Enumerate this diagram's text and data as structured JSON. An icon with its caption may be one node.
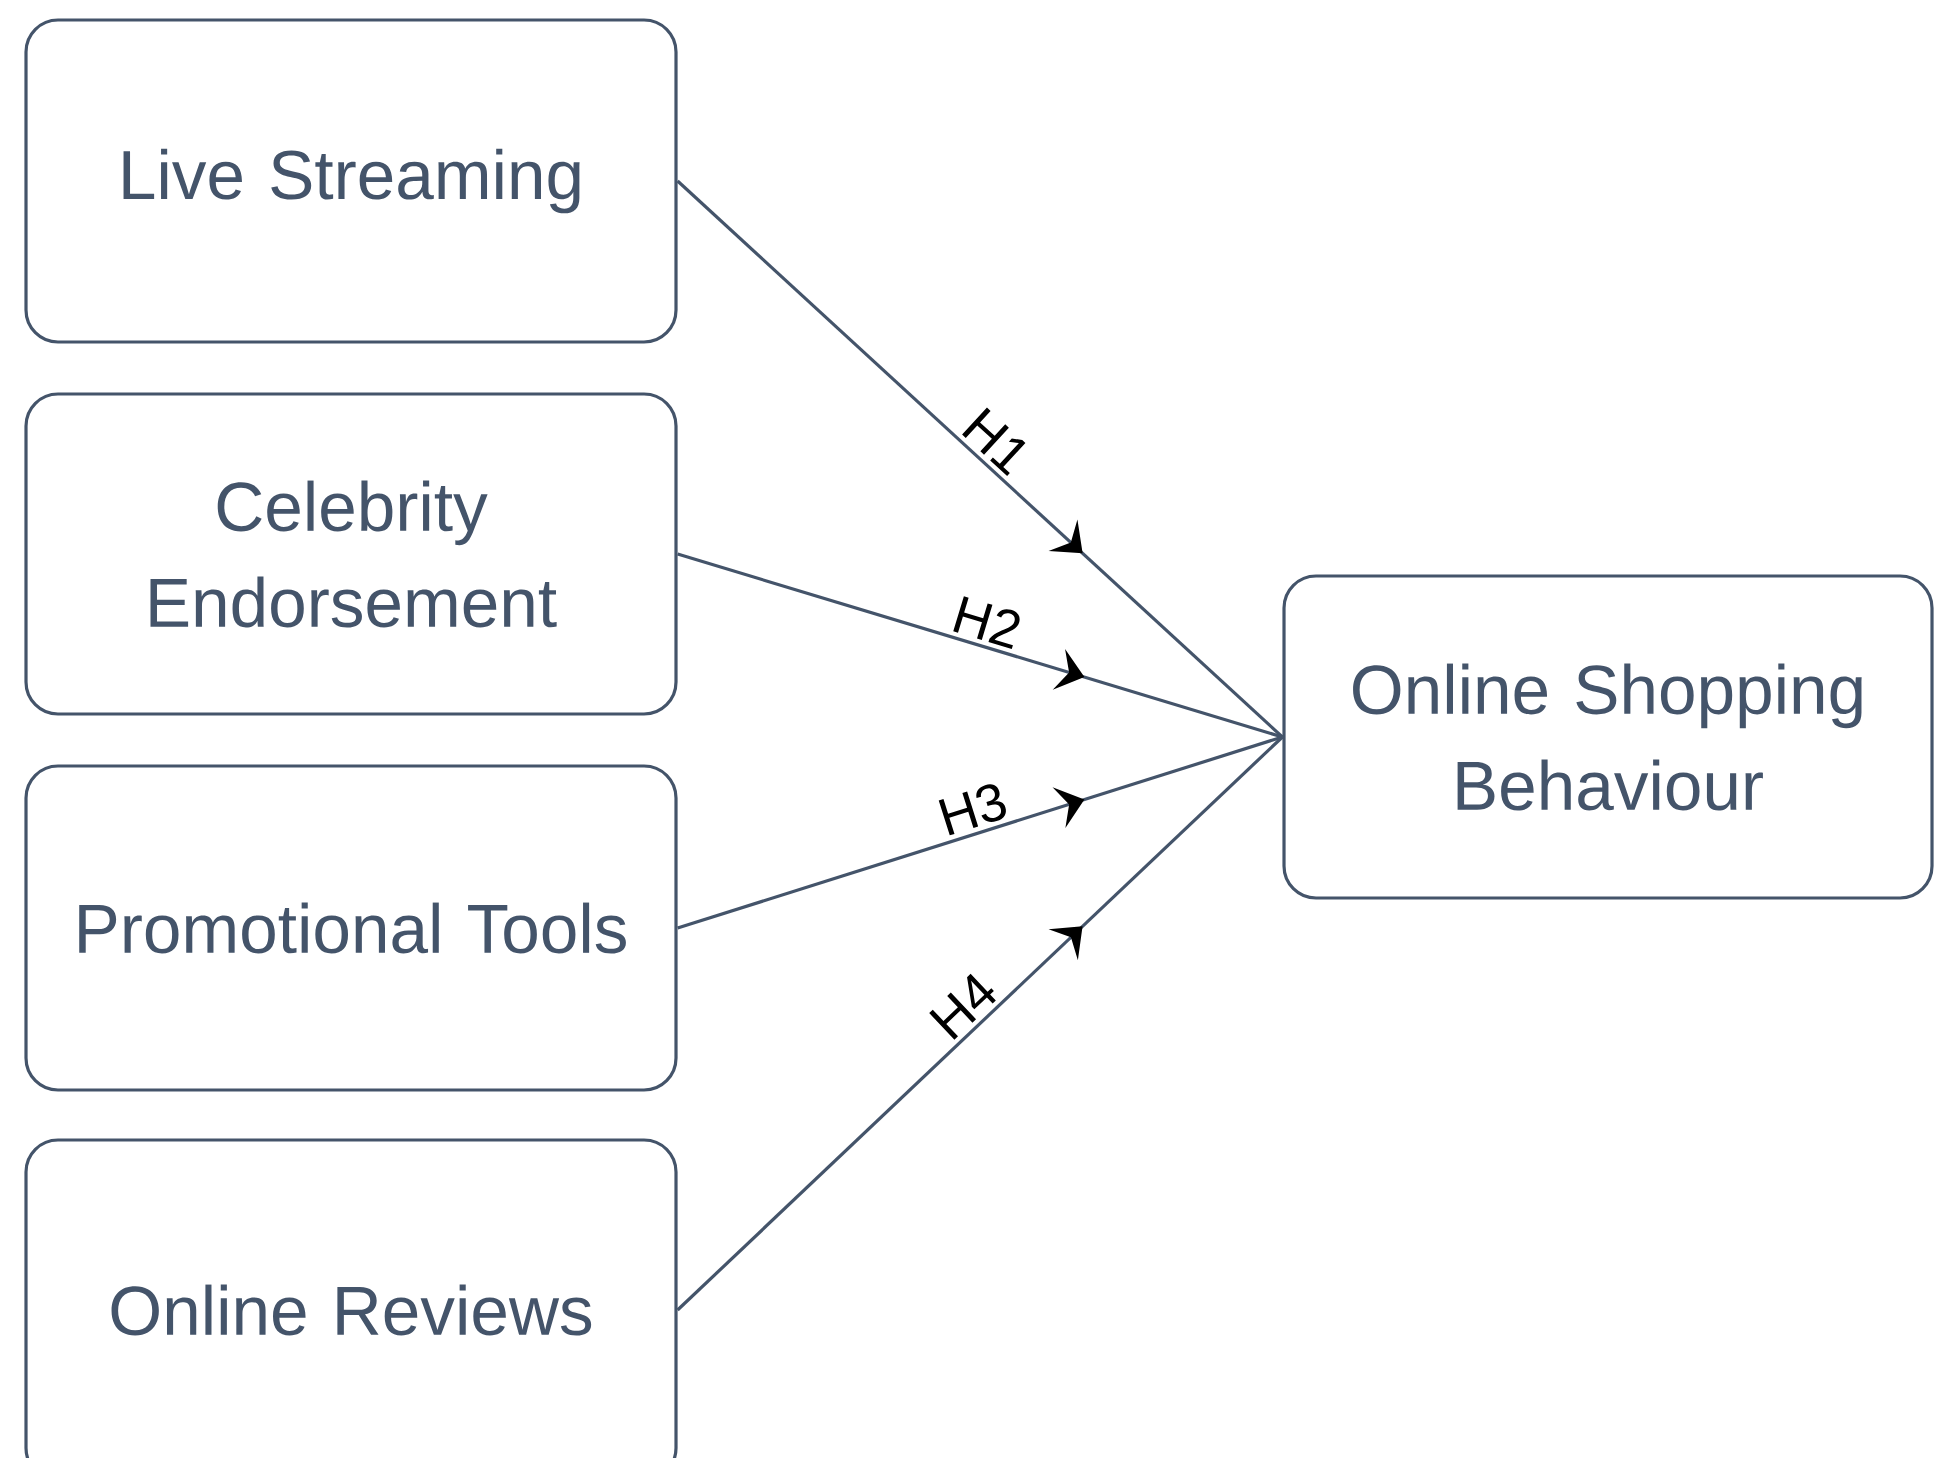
{
  "diagram": {
    "nodes": [
      {
        "text": [
          "Live Streaming"
        ]
      },
      {
        "text": [
          "Celebrity Endorsement"
        ]
      },
      {
        "text": [
          "Promotional Tools"
        ]
      },
      {
        "text": [
          "Online Reviews"
        ]
      },
      {
        "text": [
          "Online Shopping Behaviour"
        ]
      }
    ],
    "edges": [
      {
        "from": 0,
        "to": 4,
        "arrow": "to",
        "label": "H1"
      },
      {
        "from": 1,
        "to": 4,
        "arrow": "to",
        "label": "H2"
      },
      {
        "from": 2,
        "to": 4,
        "arrow": "to",
        "label": "H3"
      },
      {
        "from": 3,
        "to": 4,
        "arrow": "to",
        "label": "H4"
      }
    ]
  }
}
